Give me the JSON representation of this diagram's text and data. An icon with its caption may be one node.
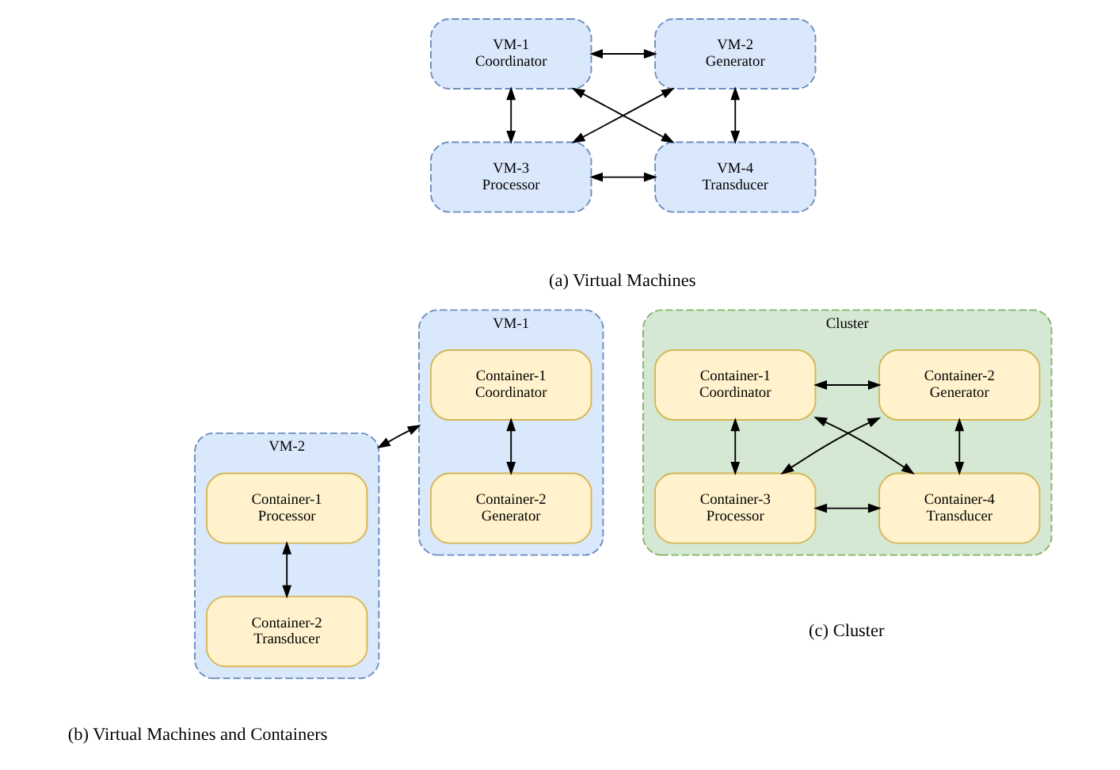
{
  "diagram": {
    "nodes": [
      {
        "text": [
          "VM-1 Coordinator"
        ]
      },
      {
        "text": [
          "VM-2 Generator"
        ]
      },
      {
        "text": [
          "VM-3 Processor"
        ]
      },
      {
        "text": [
          "VM-4 Transducer"
        ]
      },
      {
        "text": [
          "VM-1"
        ]
      },
      {
        "text": [
          "Container-1 Coordinator"
        ],
        "in": 4
      },
      {
        "text": [
          "Container-2 Generator"
        ],
        "in": 4
      },
      {
        "text": [
          "VM-2"
        ]
      },
      {
        "text": [
          "Container-1 Processor"
        ],
        "in": 7
      },
      {
        "text": [
          "Container-2 Transducer"
        ],
        "in": 7
      },
      {
        "text": [
          "Cluster"
        ]
      },
      {
        "text": [
          "Container-1 Coordinator"
        ],
        "in": 10
      },
      {
        "text": [
          "Container-2 Generator"
        ],
        "in": 10
      },
      {
        "text": [
          "Container-3 Processor"
        ],
        "in": 10
      },
      {
        "text": [
          "Container-4 Transducer"
        ],
        "in": 10
      }
    ],
    "edges": [
      {
        "from": 0,
        "to": 1,
        "arrow": "both"
      },
      {
        "from": 0,
        "to": 2,
        "arrow": "both"
      },
      {
        "from": 1,
        "to": 3,
        "arrow": "both"
      },
      {
        "from": 0,
        "to": 3,
        "arrow": "both"
      },
      {
        "from": 1,
        "to": 2,
        "arrow": "both"
      },
      {
        "from": 2,
        "to": 3,
        "arrow": "both"
      },
      {
        "from": 5,
        "to": 6,
        "arrow": "both"
      },
      {
        "from": 4,
        "to": 7,
        "arrow": "both"
      },
      {
        "from": 8,
        "to": 9,
        "arrow": "both"
      },
      {
        "from": 11,
        "to": 12,
        "arrow": "both"
      },
      {
        "from": 11,
        "to": 13,
        "arrow": "both"
      },
      {
        "from": 12,
        "to": 14,
        "arrow": "both"
      },
      {
        "from": 11,
        "to": 14,
        "arrow": "both"
      },
      {
        "from": 12,
        "to": 13,
        "arrow": "both"
      },
      {
        "from": 13,
        "to": 14,
        "arrow": "both"
      }
    ],
    "labels": [
      "(a) Virtual Machines",
      "(b) Virtual Machines and Containers",
      "(c) Cluster"
    ]
  }
}
